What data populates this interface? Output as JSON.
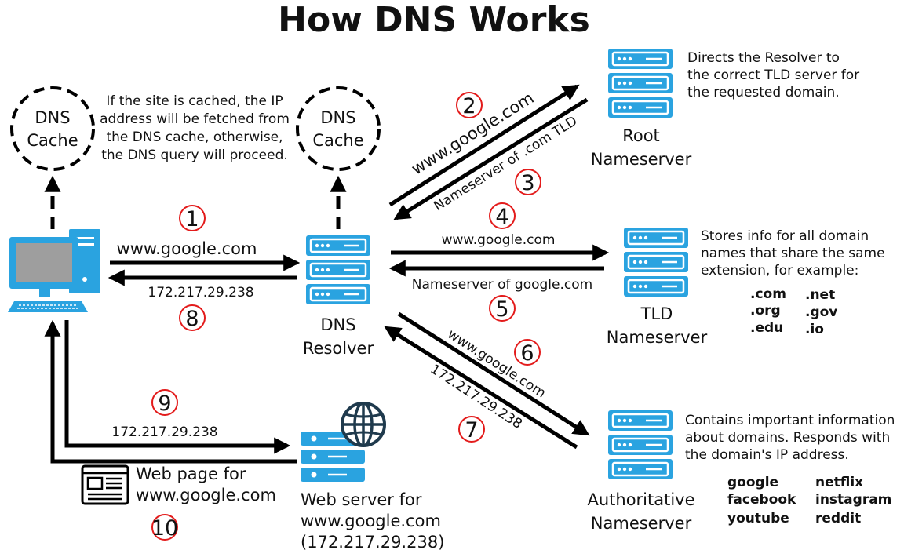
{
  "title": "How DNS Works",
  "cache_label_line1": "DNS",
  "cache_label_line2": "Cache",
  "cache_note": [
    "If the site is cached, the IP",
    "address will be fetched from",
    "the DNS cache, otherwise,",
    "the DNS query will proceed."
  ],
  "resolver_label": [
    "DNS",
    "Resolver"
  ],
  "root_label": [
    "Root",
    "Nameserver"
  ],
  "tld_label": [
    "TLD",
    "Nameserver"
  ],
  "auth_label": [
    "Authoritative",
    "Nameserver"
  ],
  "webserver_label": [
    "Web server for",
    "www.google.com",
    "(172.217.29.238)"
  ],
  "webpage_label": [
    "Web page for",
    "www.google.com"
  ],
  "root_note": [
    "Directs the Resolver to",
    "the correct TLD server for",
    "the requested domain."
  ],
  "tld_note": [
    "Stores info for all domain",
    "names that share the same",
    "extension, for example:"
  ],
  "tld_examples": [
    ".com",
    ".net",
    ".org",
    ".gov",
    ".edu",
    ".io"
  ],
  "auth_note": [
    "Contains important information",
    "about domains. Responds with",
    "the domain's IP address."
  ],
  "auth_examples": [
    "google",
    "netflix",
    "facebook",
    "instagram",
    "youtube",
    "reddit"
  ],
  "arrow_labels": {
    "query": "www.google.com",
    "ip": "172.217.29.238",
    "root_reply": "Nameserver of .com TLD",
    "tld_reply": "Nameserver of google.com"
  },
  "steps": [
    "1",
    "2",
    "3",
    "4",
    "5",
    "6",
    "7",
    "8",
    "9",
    "10"
  ],
  "colors": {
    "icon_blue": "#2aa3e0",
    "step_red": "#e31b1b",
    "arrow": "#000000"
  }
}
